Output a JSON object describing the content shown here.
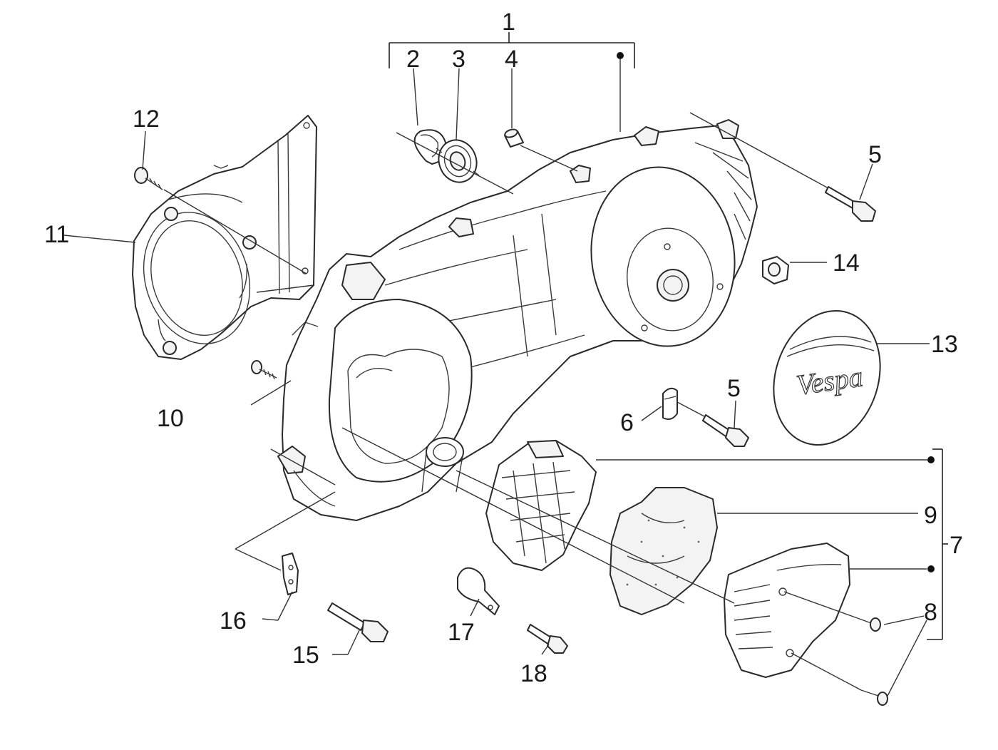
{
  "diagram": {
    "callouts": {
      "c1": "1",
      "c2": "2",
      "c3": "3",
      "c4": "4",
      "c5a": "5",
      "c5b": "5",
      "c6": "6",
      "c7": "7",
      "c8": "8",
      "c9": "9",
      "c10": "10",
      "c11": "11",
      "c12": "12",
      "c13": "13",
      "c14": "14",
      "c15": "15",
      "c16": "16",
      "c17": "17",
      "c18": "18"
    },
    "cover_logo": "Vespa"
  }
}
